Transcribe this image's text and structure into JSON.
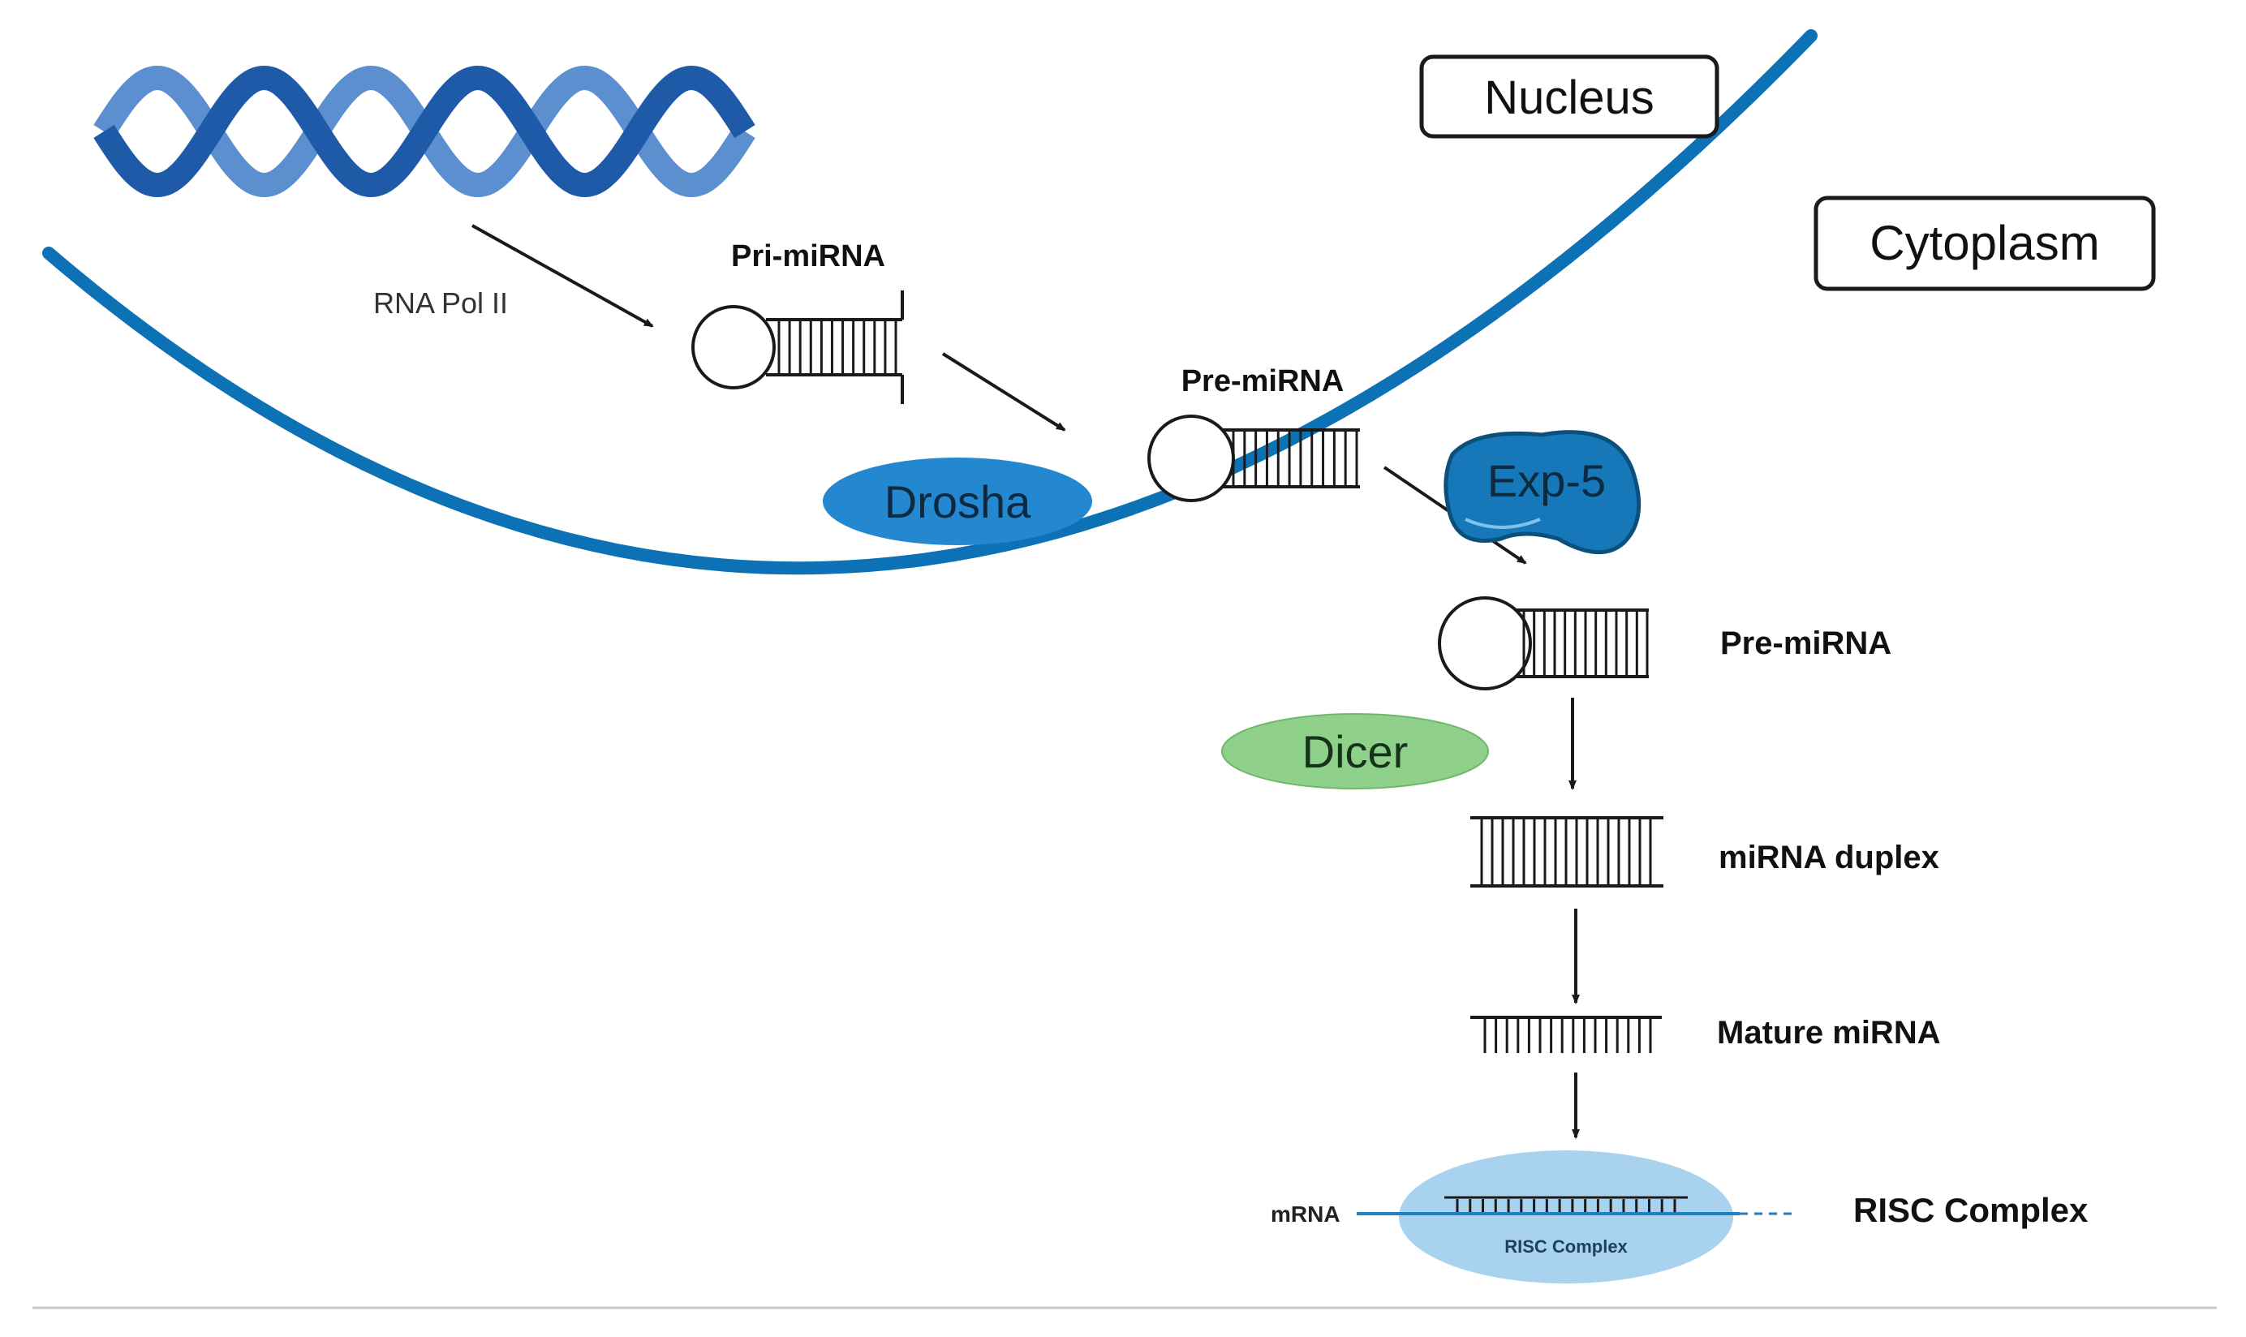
{
  "labels": {
    "nucleus": "Nucleus",
    "cytoplasm": "Cytoplasm",
    "rna_pol": "RNA Pol II",
    "pri_mirna": "Pri-miRNA",
    "pre_mirna_nuclear": "Pre-miRNA",
    "pre_mirna_cyto": "Pre-miRNA",
    "mirna_duplex": "miRNA duplex",
    "mature_mirna": "Mature miRNA",
    "risc_complex": "RISC Complex",
    "risc_inner": "RISC Complex",
    "mrna": "mRNA"
  },
  "enzymes": {
    "drosha": "Drosha",
    "exp5": "Exp-5",
    "dicer": "Dicer"
  },
  "colors": {
    "membrane": "#0c72b5",
    "dna_dark": "#1e5aa8",
    "dna_light": "#5b8fd0",
    "drosha": "#2388cf",
    "exp5": "#1678b8",
    "dicer": "#8fd08a",
    "risc": "#a9d2ef",
    "line": "#1a1a1a",
    "divider": "#c8c8c8"
  }
}
